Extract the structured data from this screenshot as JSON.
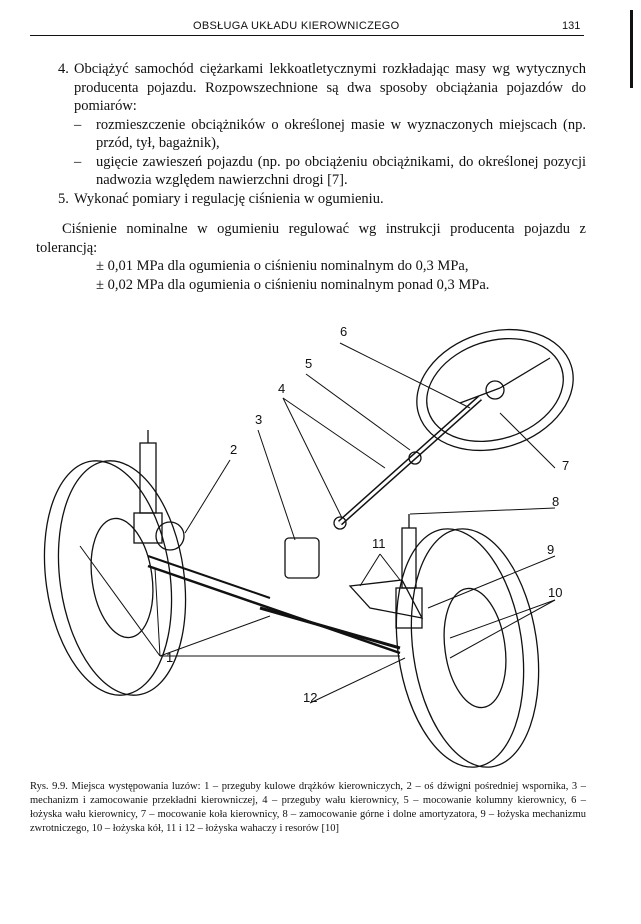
{
  "header": {
    "title": "OBSŁUGA UKŁADU KIEROWNICZEGO",
    "page_number": "131"
  },
  "list": [
    {
      "num": "4.",
      "text": "Obciążyć samochód ciężarkami lekkoatletycznymi rozkładając masy wg wytycznych producenta pojazdu. Rozpowszechnione są dwa sposoby obciążania pojazdów do pomiarów:"
    },
    {
      "num": "5.",
      "text": "Wykonać pomiary i regulację ciśnienia w ogumieniu."
    }
  ],
  "sub_items": [
    "rozmieszczenie obciążników o określonej masie w wyznaczonych miejscach (np. przód, tył, bagażnik),",
    "ugięcie zawieszeń pojazdu (np. po obciążeniu obciążnikami, do określonej pozycji nadwozia względem nawierzchni drogi [7]."
  ],
  "paragraph": "Ciśnienie nominalne w ogumieniu regulować wg instrukcji producenta pojazdu z tolerancją:",
  "tolerances": [
    "± 0,01 MPa dla ogumienia o ciśnieniu nominalnym do 0,3 MPa,",
    "± 0,02 MPa dla ogumienia o ciśnieniu nominalnym ponad 0,3 MPa."
  ],
  "figure": {
    "labels": [
      "1",
      "2",
      "3",
      "4",
      "5",
      "6",
      "7",
      "8",
      "9",
      "10",
      "11",
      "12"
    ]
  },
  "caption": "Rys. 9.9. Miejsca występowania luzów: 1 – przeguby kulowe drążków kierowniczych, 2 – oś dźwigni pośredniej wspornika, 3 – mechanizm i zamocowanie przekładni kierowniczej, 4 – przeguby wału kierownicy, 5 – mocowanie kolumny kierownicy, 6 – łożyska wału kierownicy, 7 – mocowanie koła kierownicy, 8 – zamocowanie górne i dolne amortyzatora, 9 – łożyska mechanizmu zwrotniczego, 10 – łożyska kół, 11 i 12 – łożyska wahaczy i resorów [10]"
}
